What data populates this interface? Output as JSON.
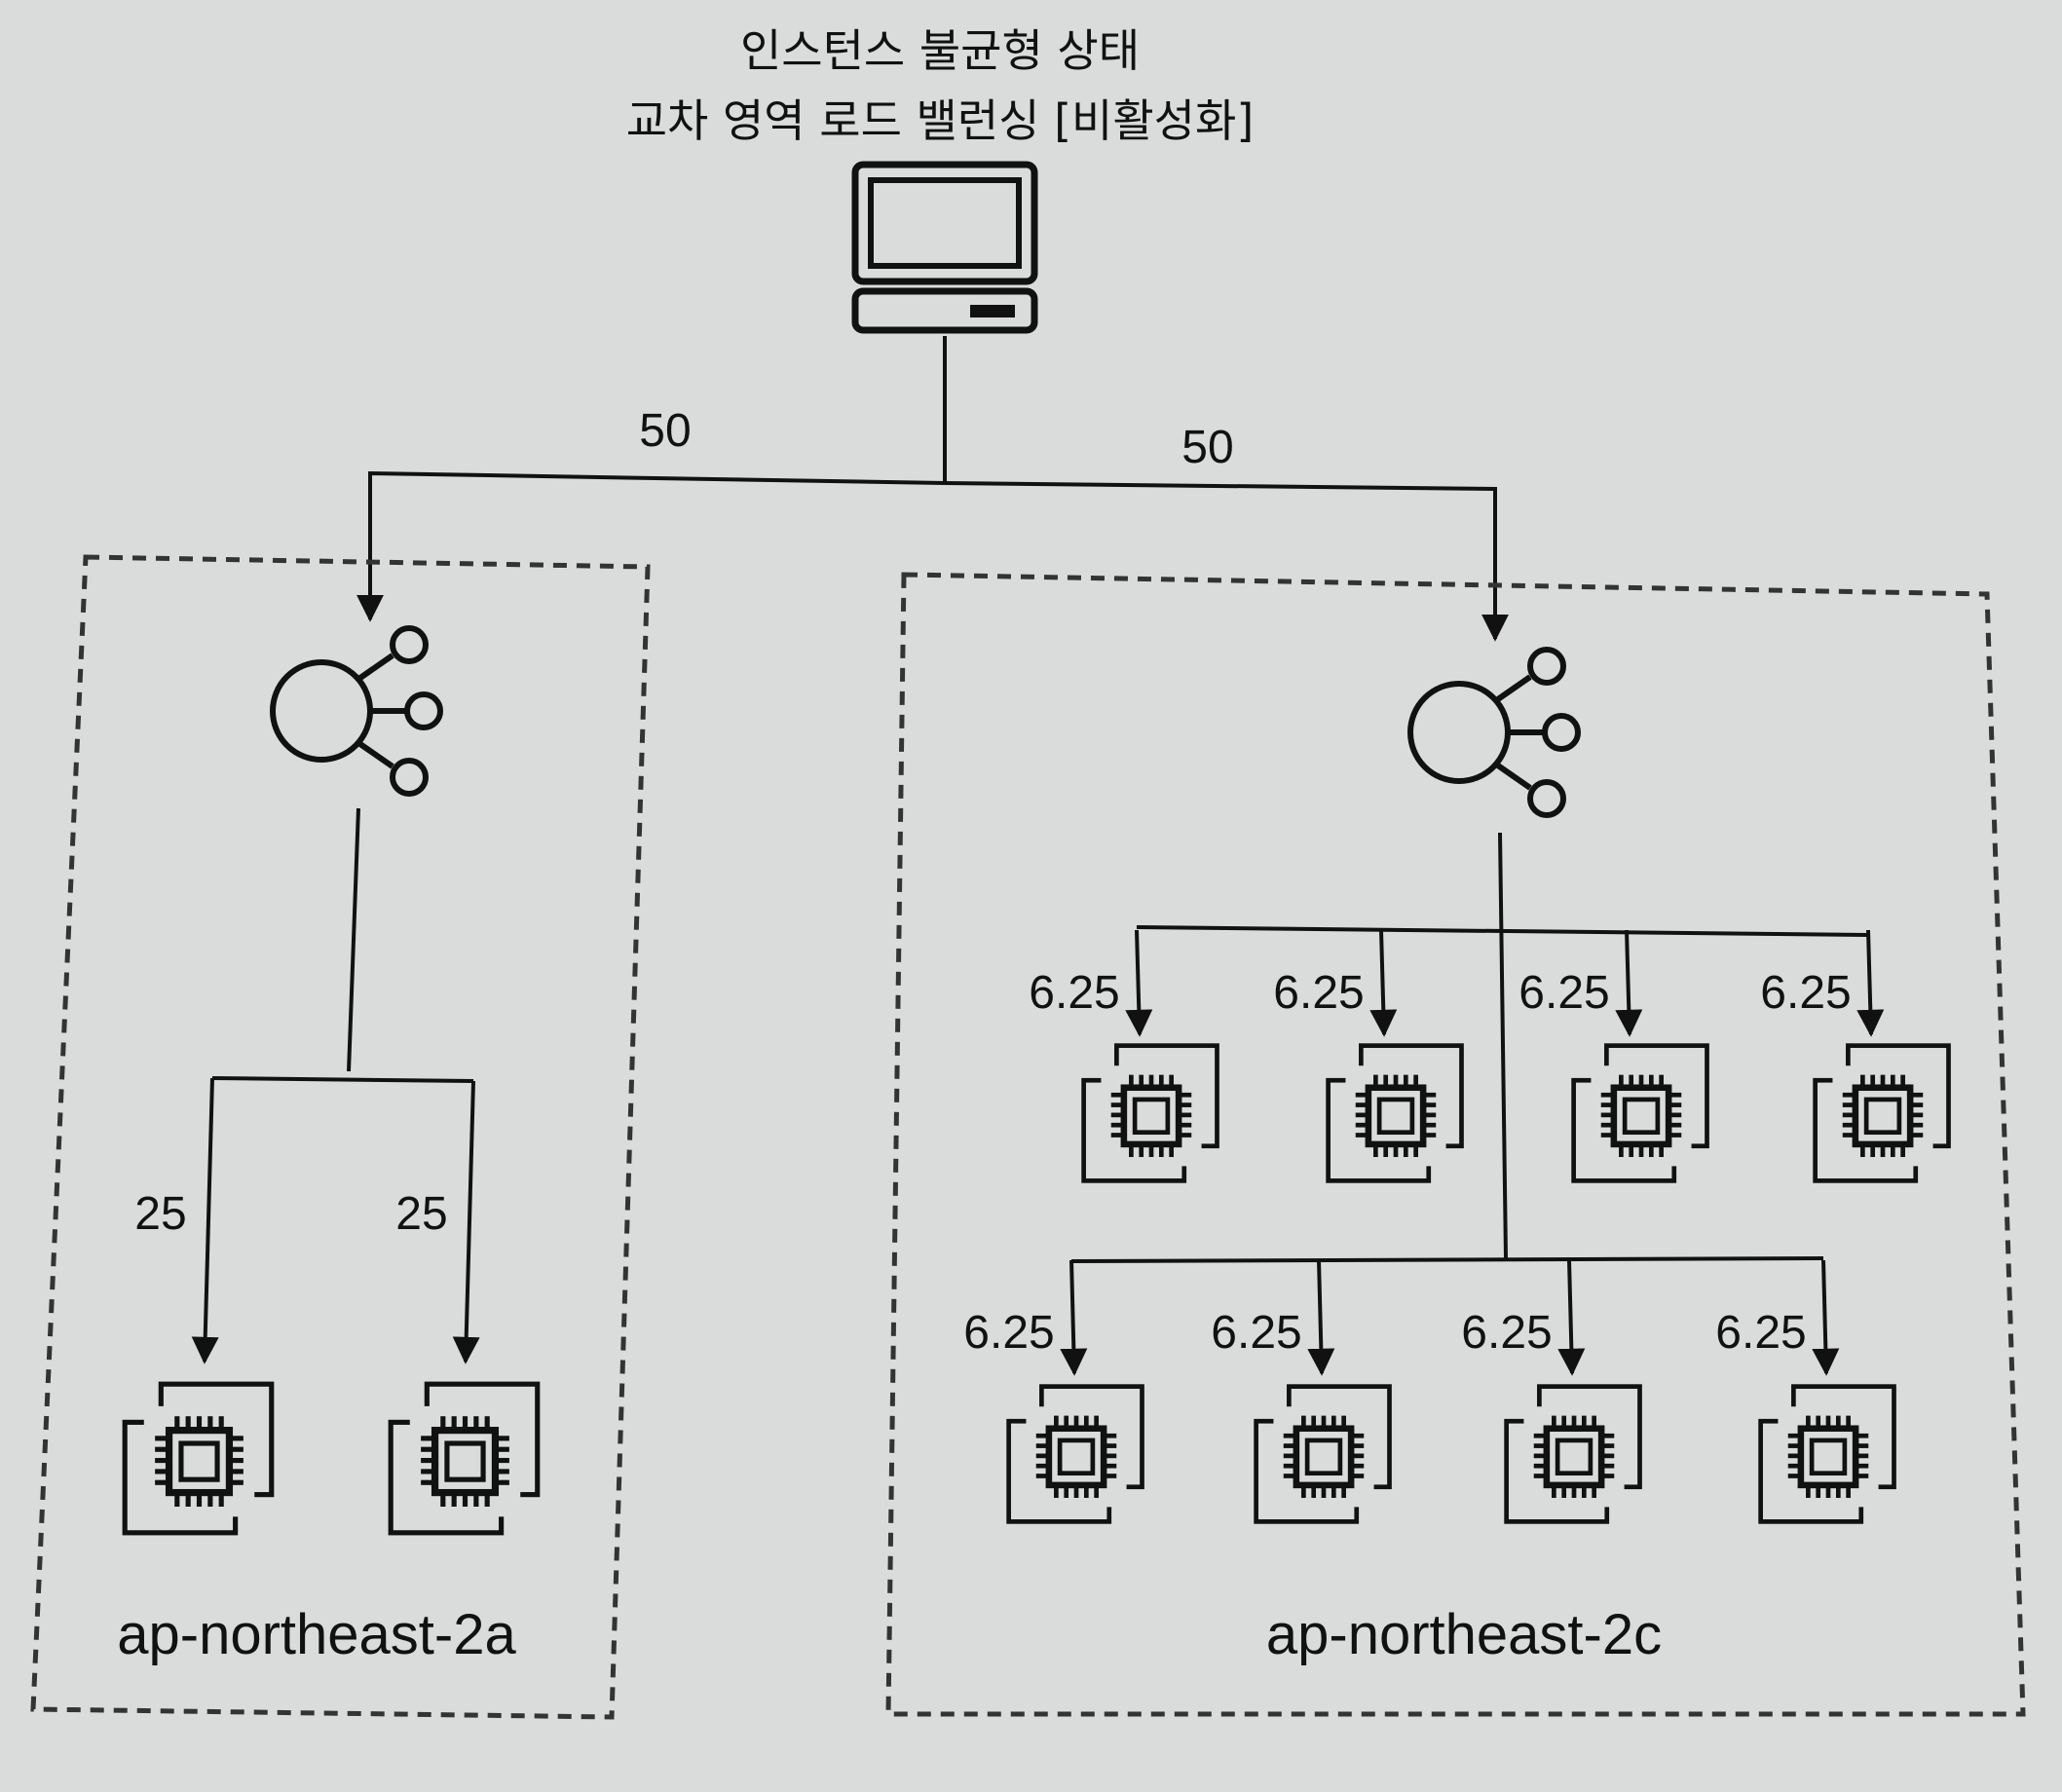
{
  "title": {
    "line1": "인스턴스 불균형 상태",
    "line2": "교차 영역 로드 밸런싱 [비활성화]"
  },
  "client": {
    "icon": "desktop-computer-icon"
  },
  "zones": [
    {
      "label": "ap-northeast-2a",
      "incoming_weight": "50",
      "load_balancer_icon": "load-balancer-icon",
      "instance_icon": "ec2-instance-chip-icon",
      "instance_weights": [
        "25",
        "25"
      ]
    },
    {
      "label": "ap-northeast-2c",
      "incoming_weight": "50",
      "load_balancer_icon": "load-balancer-icon",
      "instance_icon": "ec2-instance-chip-icon",
      "instance_weights": [
        "6.25",
        "6.25",
        "6.25",
        "6.25",
        "6.25",
        "6.25",
        "6.25",
        "6.25"
      ]
    }
  ]
}
